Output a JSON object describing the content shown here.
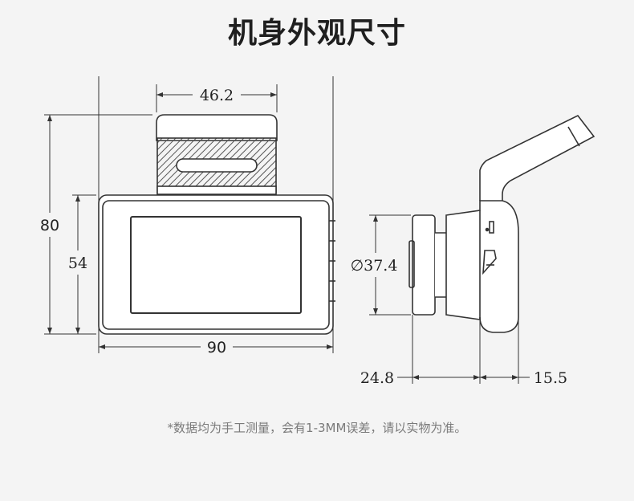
{
  "title": "机身外观尺寸",
  "dimensions": {
    "top_width": "46.2",
    "height": "80",
    "body_height": "54",
    "width": "90",
    "mount_diameter": "∅37.4",
    "depth_left": "24.8",
    "depth_right": "15.5"
  },
  "note": "*数据均为手工测量，会有1-3MM误差，请以实物为准。"
}
